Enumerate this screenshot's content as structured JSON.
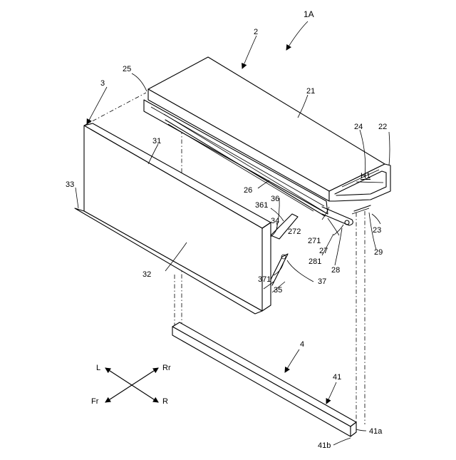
{
  "figure": {
    "assembly_label": "1A",
    "labels": {
      "n2": "2",
      "n3": "3",
      "n4": "4",
      "n21": "21",
      "n22": "22",
      "n23": "23",
      "n24": "24",
      "n25": "25",
      "n26": "26",
      "n27": "27",
      "n271": "271",
      "n272": "272",
      "n28": "28",
      "n281": "281",
      "n29": "29",
      "h1": "H1",
      "n31": "31",
      "n32": "32",
      "n33": "33",
      "n34": "34",
      "n35": "35",
      "n36": "36",
      "n361": "361",
      "n37": "37",
      "n371": "371",
      "n41": "41",
      "n41a": "41a",
      "n41b": "41b"
    },
    "direction_labels": {
      "left": "L",
      "rear_right": "Rr",
      "front": "Fr",
      "right": "R"
    }
  }
}
